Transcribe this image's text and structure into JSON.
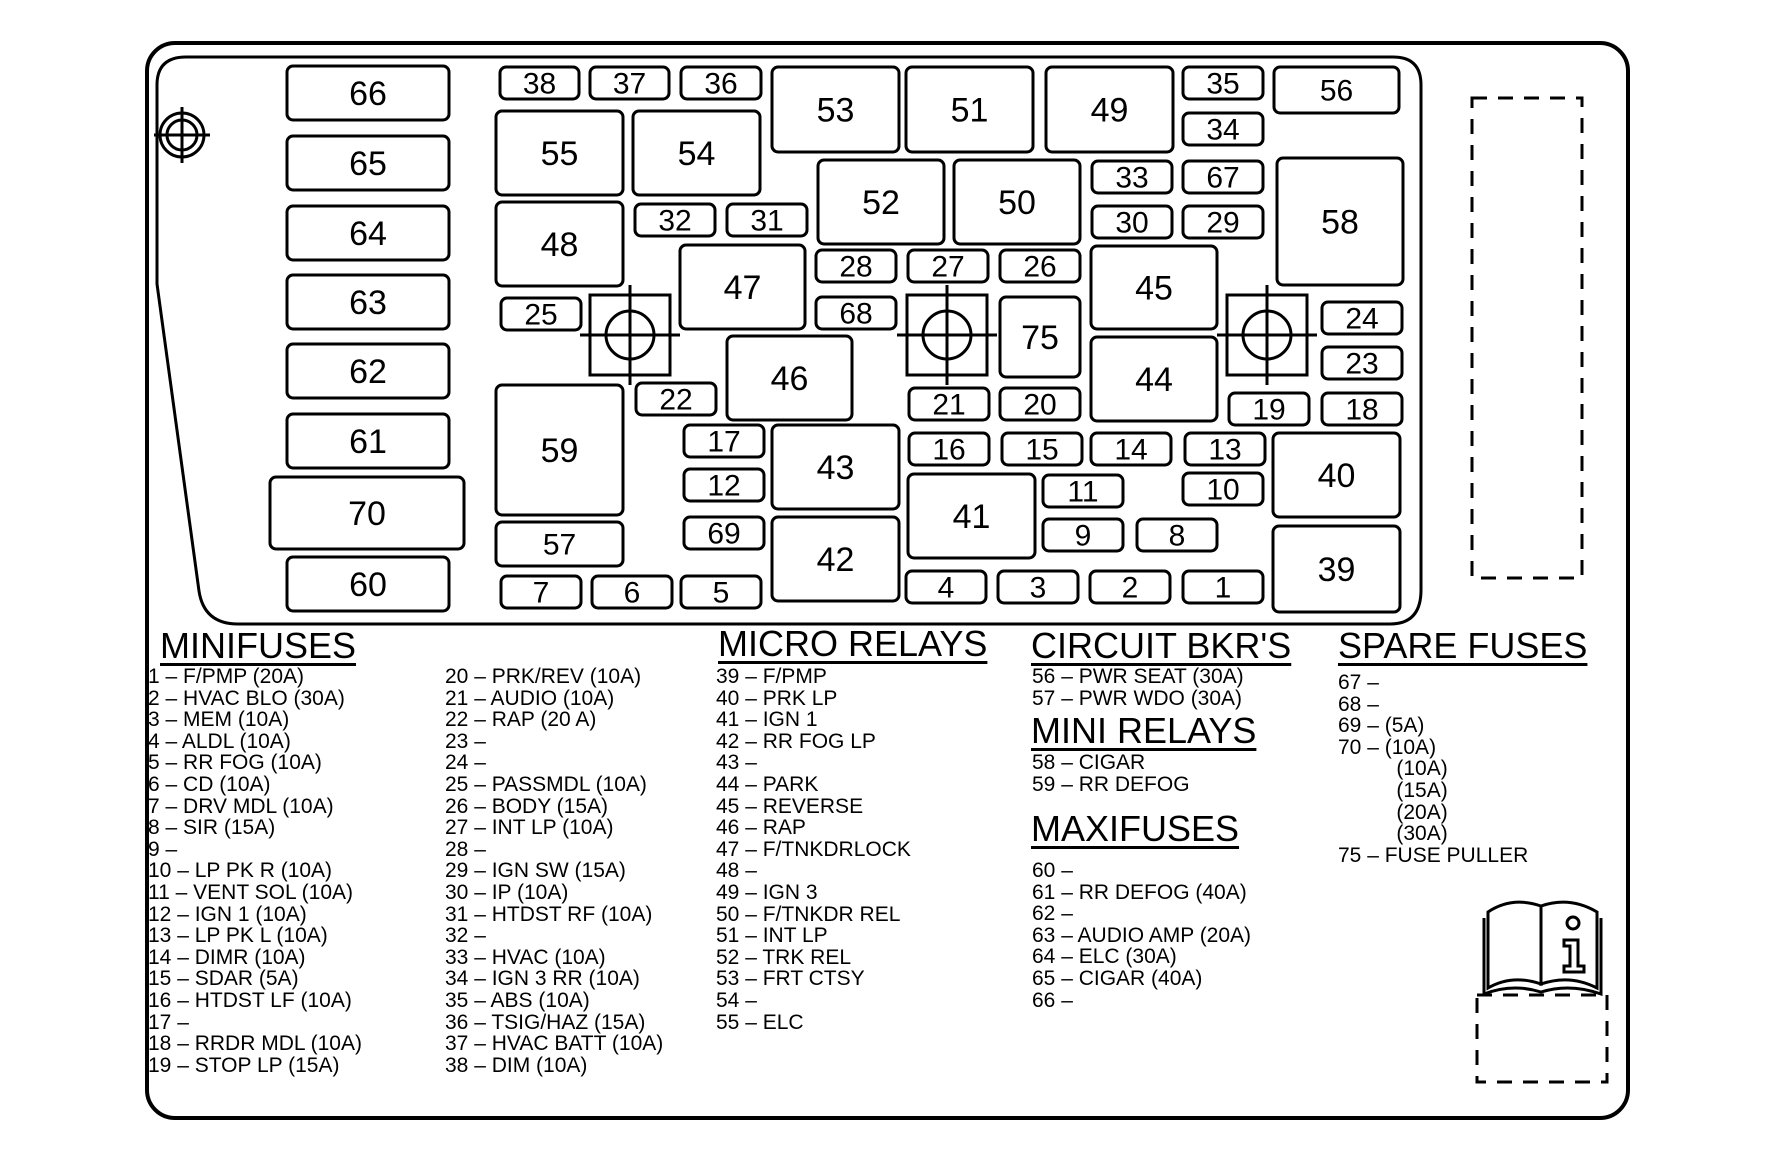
{
  "fuse_block": {
    "slots": [
      {
        "id": "66"
      },
      {
        "id": "65"
      },
      {
        "id": "64"
      },
      {
        "id": "63"
      },
      {
        "id": "62"
      },
      {
        "id": "61"
      },
      {
        "id": "70"
      },
      {
        "id": "60"
      },
      {
        "id": "38"
      },
      {
        "id": "37"
      },
      {
        "id": "36"
      },
      {
        "id": "55"
      },
      {
        "id": "54"
      },
      {
        "id": "48"
      },
      {
        "id": "32"
      },
      {
        "id": "31"
      },
      {
        "id": "25"
      },
      {
        "id": "47"
      },
      {
        "id": "59"
      },
      {
        "id": "22"
      },
      {
        "id": "46"
      },
      {
        "id": "57"
      },
      {
        "id": "17"
      },
      {
        "id": "12"
      },
      {
        "id": "69"
      },
      {
        "id": "7"
      },
      {
        "id": "6"
      },
      {
        "id": "5"
      },
      {
        "id": "53"
      },
      {
        "id": "51"
      },
      {
        "id": "49"
      },
      {
        "id": "35"
      },
      {
        "id": "34"
      },
      {
        "id": "56"
      },
      {
        "id": "52"
      },
      {
        "id": "50"
      },
      {
        "id": "33"
      },
      {
        "id": "67"
      },
      {
        "id": "30"
      },
      {
        "id": "29"
      },
      {
        "id": "58"
      },
      {
        "id": "28"
      },
      {
        "id": "27"
      },
      {
        "id": "26"
      },
      {
        "id": "45"
      },
      {
        "id": "68"
      },
      {
        "id": "75"
      },
      {
        "id": "24"
      },
      {
        "id": "23"
      },
      {
        "id": "44"
      },
      {
        "id": "21"
      },
      {
        "id": "20"
      },
      {
        "id": "19"
      },
      {
        "id": "18"
      },
      {
        "id": "43"
      },
      {
        "id": "16"
      },
      {
        "id": "15"
      },
      {
        "id": "14"
      },
      {
        "id": "13"
      },
      {
        "id": "40"
      },
      {
        "id": "41"
      },
      {
        "id": "11"
      },
      {
        "id": "10"
      },
      {
        "id": "42"
      },
      {
        "id": "9"
      },
      {
        "id": "8"
      },
      {
        "id": "4"
      },
      {
        "id": "3"
      },
      {
        "id": "2"
      },
      {
        "id": "1"
      },
      {
        "id": "39"
      }
    ]
  },
  "legend": {
    "minifuses": {
      "title": "MINIFUSES",
      "col1": "1 – F/PMP (20A)\n2 – HVAC BLO (30A)\n3 – MEM (10A)\n4 – ALDL (10A)\n5 – RR FOG (10A)\n6 – CD (10A)\n7 – DRV MDL (10A)\n8 – SIR (15A)\n9 –\n10 – LP PK R (10A)\n11 – VENT SOL (10A)\n12 – IGN 1 (10A)\n13 – LP PK L (10A)\n14 – DIMR (10A)\n15 – SDAR (5A)\n16 – HTDST LF (10A)\n17 –\n18 – RRDR MDL (10A)\n19 – STOP LP (15A)",
      "col2": "20 – PRK/REV (10A)\n21 – AUDIO (10A)\n22 – RAP (20 A)\n23 –\n24 –\n25 – PASSMDL (10A)\n26 – BODY (15A)\n27 – INT LP (10A)\n28 –\n29 – IGN SW (15A)\n30 – IP (10A)\n31 – HTDST RF (10A)\n32 –\n33 – HVAC (10A)\n34 – IGN 3 RR (10A)\n35 – ABS (10A)\n36 – TSIG/HAZ (15A)\n37 – HVAC BATT (10A)\n38 – DIM (10A)"
    },
    "micro_relays": {
      "title": "MICRO RELAYS",
      "list": "39 – F/PMP\n40 – PRK LP\n41 – IGN 1\n42 – RR FOG LP\n43 –\n44 – PARK\n45 – REVERSE\n46 – RAP\n47 – F/TNKDRLOCK\n48 –\n49 – IGN 3\n50 – F/TNKDR REL\n51 – INT LP\n52 – TRK REL\n53 – FRT CTSY\n54 –\n55 – ELC"
    },
    "circuit_bkrs": {
      "title": "CIRCUIT BKR'S",
      "list": "56 – PWR SEAT (30A)\n57 – PWR WDO (30A)"
    },
    "mini_relays": {
      "title": "MINI RELAYS",
      "list": "58 – CIGAR\n59 – RR DEFOG"
    },
    "maxifuses": {
      "title": "MAXIFUSES",
      "list": "60 –\n61 – RR DEFOG (40A)\n62 –\n63 – AUDIO AMP (20A)\n64 – ELC (30A)\n65 – CIGAR (40A)\n66 –"
    },
    "spare_fuses": {
      "title": "SPARE FUSES",
      "list": "67 –\n68 –\n69 – (5A)\n70 – (10A)\n          (10A)\n          (15A)\n          (20A)\n          (30A)\n75 – FUSE PULLER"
    }
  },
  "icons": [
    "cover-mount-crosshair-icon",
    "bolt-crosshair-icon",
    "owner-manual-info-icon"
  ]
}
